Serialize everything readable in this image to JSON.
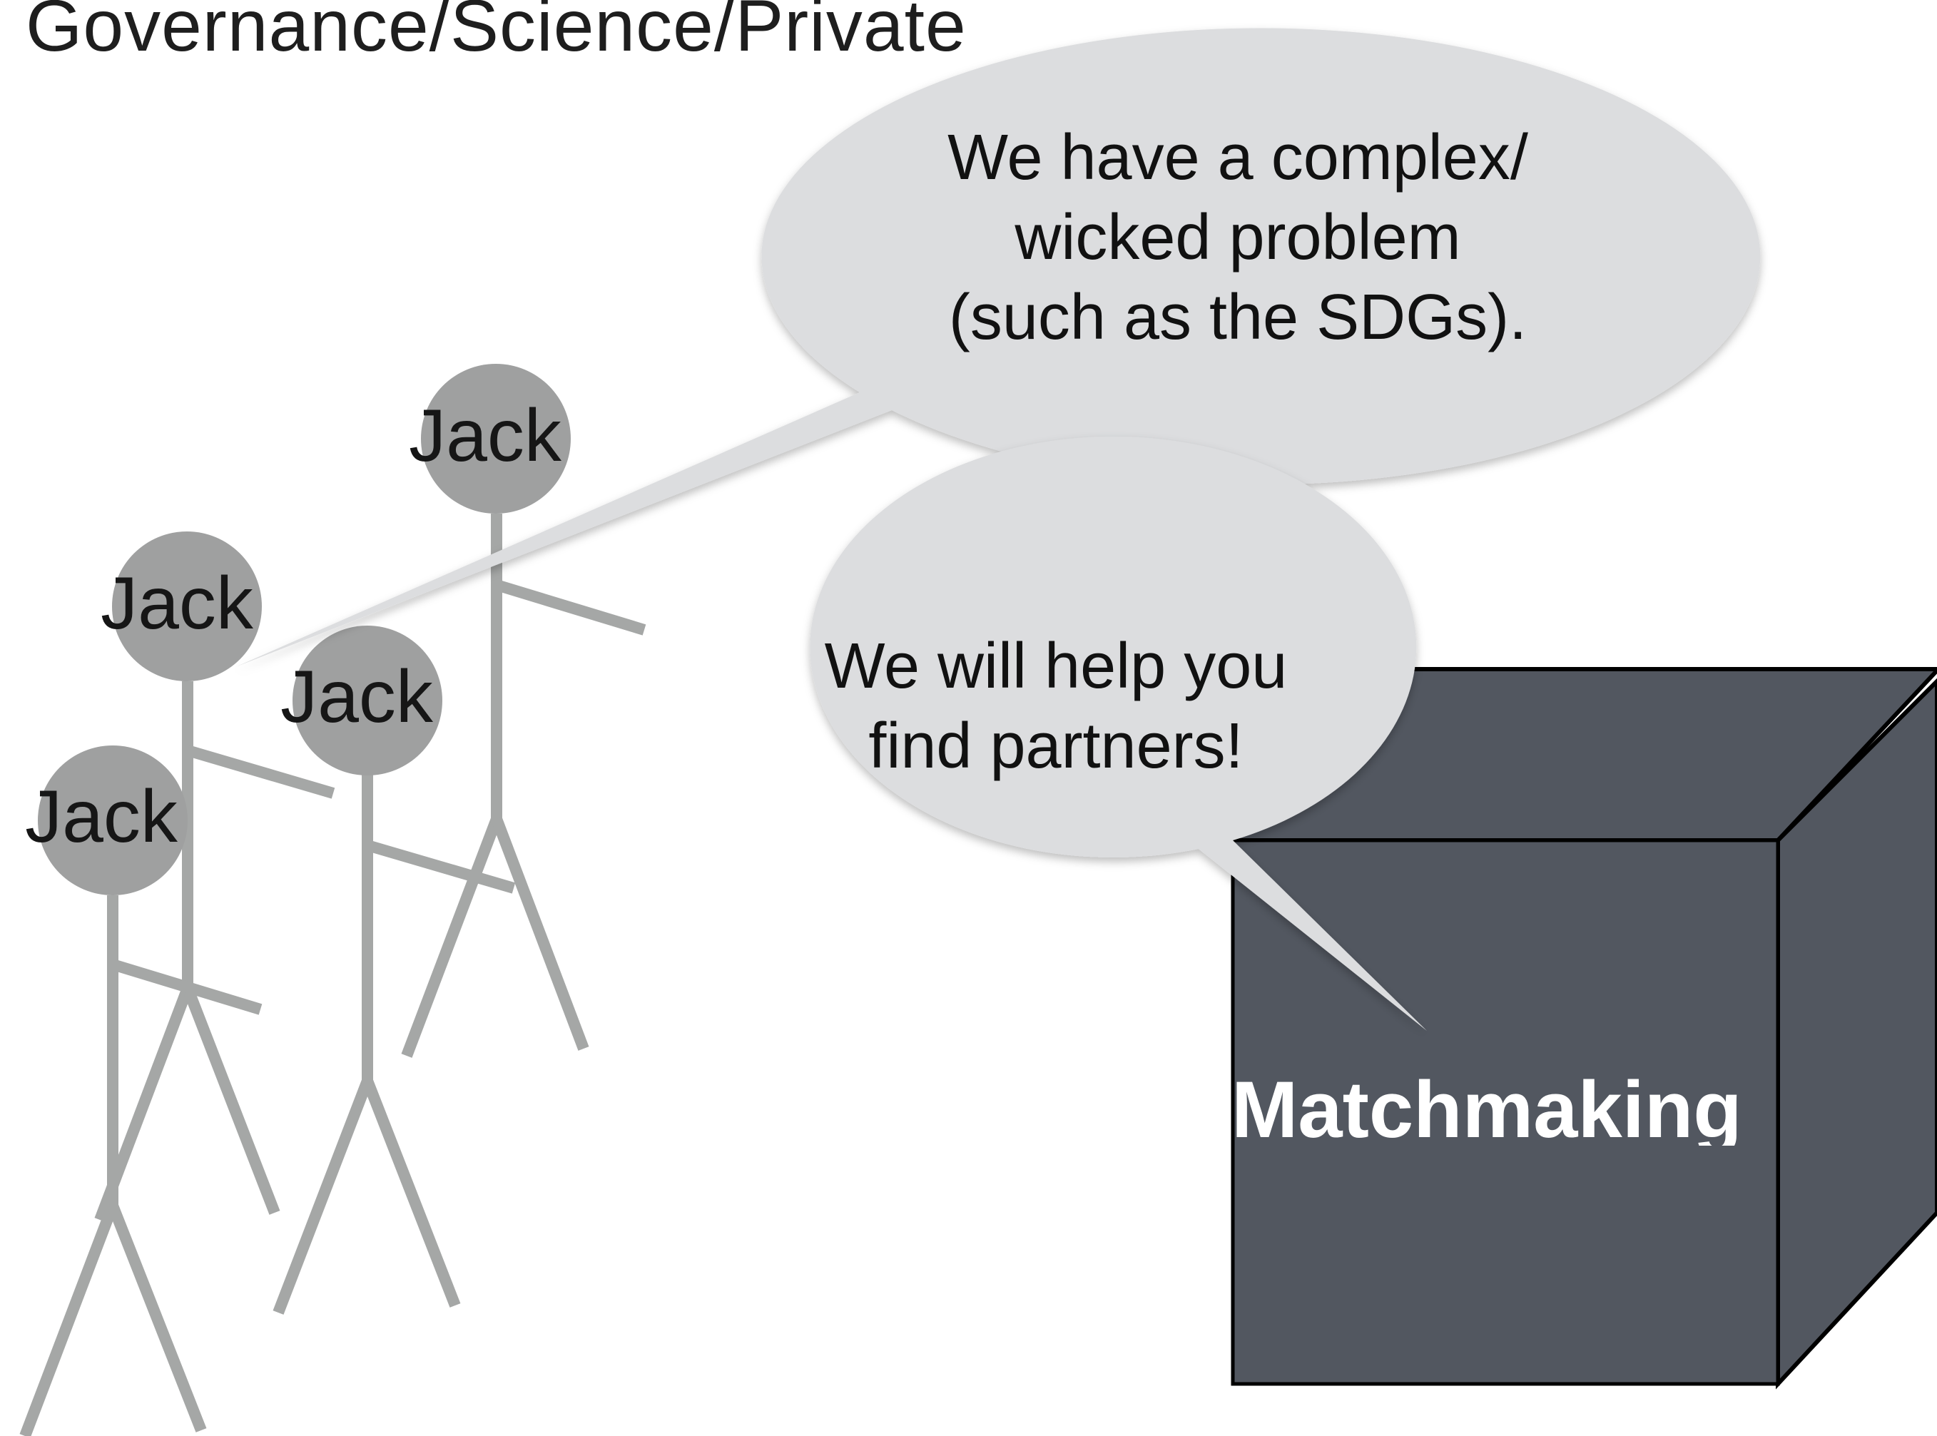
{
  "title": "Governance/Science/Private",
  "bubbles": {
    "problem": {
      "lines": [
        "We have a complex/",
        "wicked problem",
        "(such as the SDGs)."
      ]
    },
    "help": {
      "lines": [
        "We will help you",
        "find partners!"
      ]
    }
  },
  "figures": [
    {
      "label": "Jack"
    },
    {
      "label": "Jack"
    },
    {
      "label": "Jack"
    },
    {
      "label": "Jack"
    }
  ],
  "box": {
    "label": "Matchmaking"
  },
  "colors": {
    "bubble_fill": "#dcdddf",
    "figure_gray": "#a5a7a6",
    "head_gray": "#9fa0a0",
    "box_front": "#525760",
    "box_edge": "#000000"
  }
}
